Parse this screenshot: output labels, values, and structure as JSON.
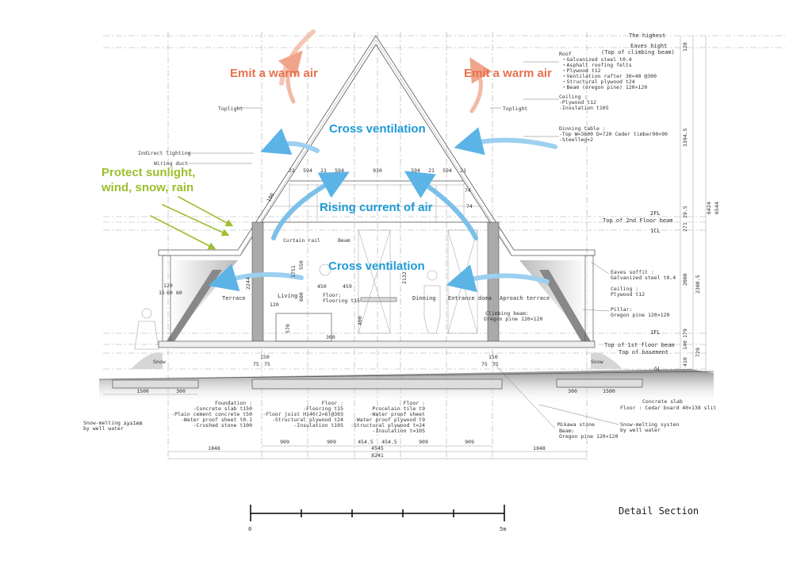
{
  "annotations": {
    "emit_warm_air": "Emit  a warm air",
    "cross_ventilation": "Cross ventilation",
    "rising_current": "Rising current of air",
    "protect_line1": "Protect sunlight,",
    "protect_line2": "wind, snow, rain"
  },
  "levels": {
    "highest": "The highest",
    "eaves_height": "Eaves hight",
    "eaves_height_note": "(Top of climbing beam)",
    "fl2": "2FL",
    "top_2nd_floor_beam": "Top of 2nd Floor beam",
    "cl1": "1CL",
    "fl1": "1FL",
    "top_1st_floor_beam": "Top of 1st floor beam",
    "top_basement": "Top of basement",
    "gl": "GL"
  },
  "notes": {
    "roof": [
      "Roof",
      "・Galvanized steel t0.4",
      "・Asphalt roofing felts",
      "・Plywood t12",
      "・Ventilation rafter 30×40 @300",
      "・Structural plywood t24",
      "・Beam (oregon pine) 120×120"
    ],
    "ceiling": [
      "Ceiling :",
      "-Plywood t12",
      "-Insulation t105"
    ],
    "dinning_table": [
      "Dinning table :",
      "-Top W=3600 D=720 Ceder timber90×90",
      "-Steelleg×2"
    ],
    "eaves_soffit": [
      "Eaves soffit :",
      "Galvanized steel t0.4"
    ],
    "ceiling2": [
      "Ceiling :",
      "Plywood t12"
    ],
    "pillar": [
      "Pillar:",
      "Oregon pine 120×120"
    ],
    "toplight_left": "Toplight",
    "toplight_right": "Toplight",
    "indirect_lighting": "Indirect lighting",
    "wiring_duct": "Wiring duct",
    "curtain_rail": "Curtain rail",
    "beam": "Beam",
    "climbing_beam": [
      "Climbing beam:",
      "Oregon pine 120×120"
    ],
    "floor_flooring": [
      "Floor:",
      "Flooring t15"
    ],
    "foundation": [
      "Foundation :",
      "-Concrete slab t150",
      "-Plain cement concrete t50",
      "-Water proof sheet t0.1",
      "-Crushed stone t100"
    ],
    "floor1": [
      "Floor :",
      "-Flooring t15",
      "-Floor joist H140(2×6)@303",
      "-Structural plywood t24",
      "-Insulation t105"
    ],
    "floor2": [
      "Floor :",
      "Procelain tile t9",
      "-Water proof sheet",
      "-Water proof plywood t9",
      "-Structural plywood t=24",
      "-Insulation t=105"
    ],
    "snow_melting_left": [
      "Snow-melting system",
      "by well water"
    ],
    "snow_melting_right": [
      "Snow-melting systen",
      "by well water"
    ],
    "mikawa_stone": "Mikawa stone",
    "beam_bottom": [
      "Beam:",
      "Oregon pine 120×120"
    ],
    "concrete_slab": "Concrete slab",
    "floor_cedar": "Floor : Cedar board 40×138 slit",
    "snow_left": "Snow",
    "snow_right": "Snow"
  },
  "rooms": {
    "terrace": "Terrace",
    "living": "Living",
    "dinning": "Dinning",
    "entrance_doma": "Entrance doma",
    "approach_terrace": "Aproach terrace"
  },
  "dimensions": {
    "upper_row": [
      "21",
      "594",
      "21",
      "594",
      "930",
      "594",
      "21",
      "594",
      "21"
    ],
    "bottom_row1": [
      "909",
      "909",
      "454.5",
      "454.5",
      "909",
      "909"
    ],
    "bottom_left": "1848",
    "bottom_right": "1848",
    "total_inner": "4545",
    "total": "8241",
    "found_left": [
      "1500",
      "300"
    ],
    "found_right": [
      "300",
      "1500"
    ],
    "right_vertical": [
      "120",
      "3394.5",
      "29.5",
      "271",
      "2300.5",
      "2000",
      "140",
      "179",
      "410",
      "729",
      "6424",
      "6544"
    ],
    "misc": [
      "1751",
      "550",
      "600",
      "450",
      "459",
      "120",
      "2244",
      "2132",
      "400",
      "570",
      "300",
      "150",
      "75",
      "75",
      "150",
      "75",
      "75",
      "120",
      "15",
      "60",
      "60",
      "74",
      "74",
      "100"
    ]
  },
  "scale_bar": {
    "start": "0",
    "end": "5m"
  },
  "title": "Detail Section",
  "colors": {
    "warm": "#e8714f",
    "blue": "#1f9ad6",
    "green": "#9cbf2e"
  }
}
